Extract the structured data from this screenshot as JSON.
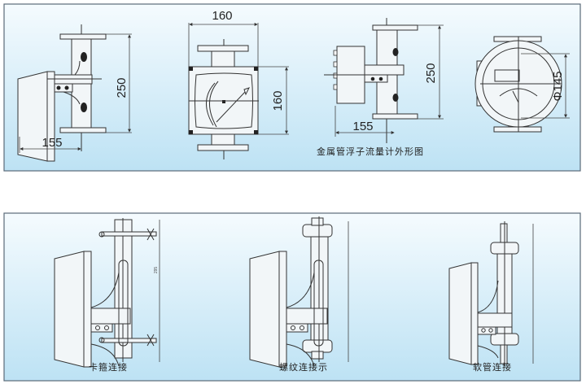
{
  "panel_top": {
    "caption": "金属管浮子流量计外形图",
    "views": [
      {
        "name": "side-view",
        "dims": {
          "height": "250",
          "depth": "155"
        }
      },
      {
        "name": "front-view",
        "dims": {
          "width": "160",
          "height": "160"
        }
      },
      {
        "name": "side-view-2",
        "dims": {
          "height": "250",
          "depth": "155"
        }
      },
      {
        "name": "rear-view",
        "dims": {
          "diameter": "Φ145"
        }
      }
    ]
  },
  "panel_bottom": {
    "views": [
      {
        "caption": "卡箍连接",
        "dim": "295"
      },
      {
        "caption": "螺纹连接示"
      },
      {
        "caption": "软管连接"
      }
    ]
  },
  "colors": {
    "bg_top": "#f5fbfe",
    "bg_bottom": "#bde2f4",
    "frame": "#5a6a78"
  }
}
